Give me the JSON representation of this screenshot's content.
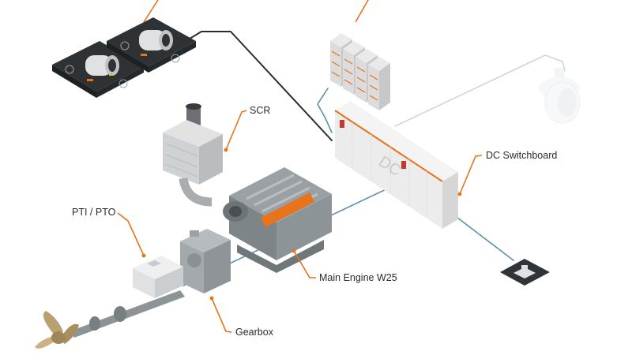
{
  "labels": {
    "scr": "SCR",
    "pti_pto": "PTI / PTO",
    "dc_switchboard": "DC Switchboard",
    "main_engine": "Main Engine W25",
    "gearbox": "Gearbox",
    "dc_mark": "DC"
  },
  "colors": {
    "accent_orange": "#e8731a",
    "cable_dark": "#2b2b2b",
    "cable_blue": "#5d8fa8",
    "cable_light": "#cfd6da",
    "equipment_grey": "#d8dadc",
    "equipment_dark": "#2e3235",
    "switchboard_face": "#ececec",
    "propeller_bronze": "#b8a070",
    "icon_dark": "#30343a"
  },
  "icons": [
    "battery-rack-icon",
    "thruster-icon",
    "shore-connection-icon",
    "propeller-icon",
    "drive-unit-icon"
  ]
}
